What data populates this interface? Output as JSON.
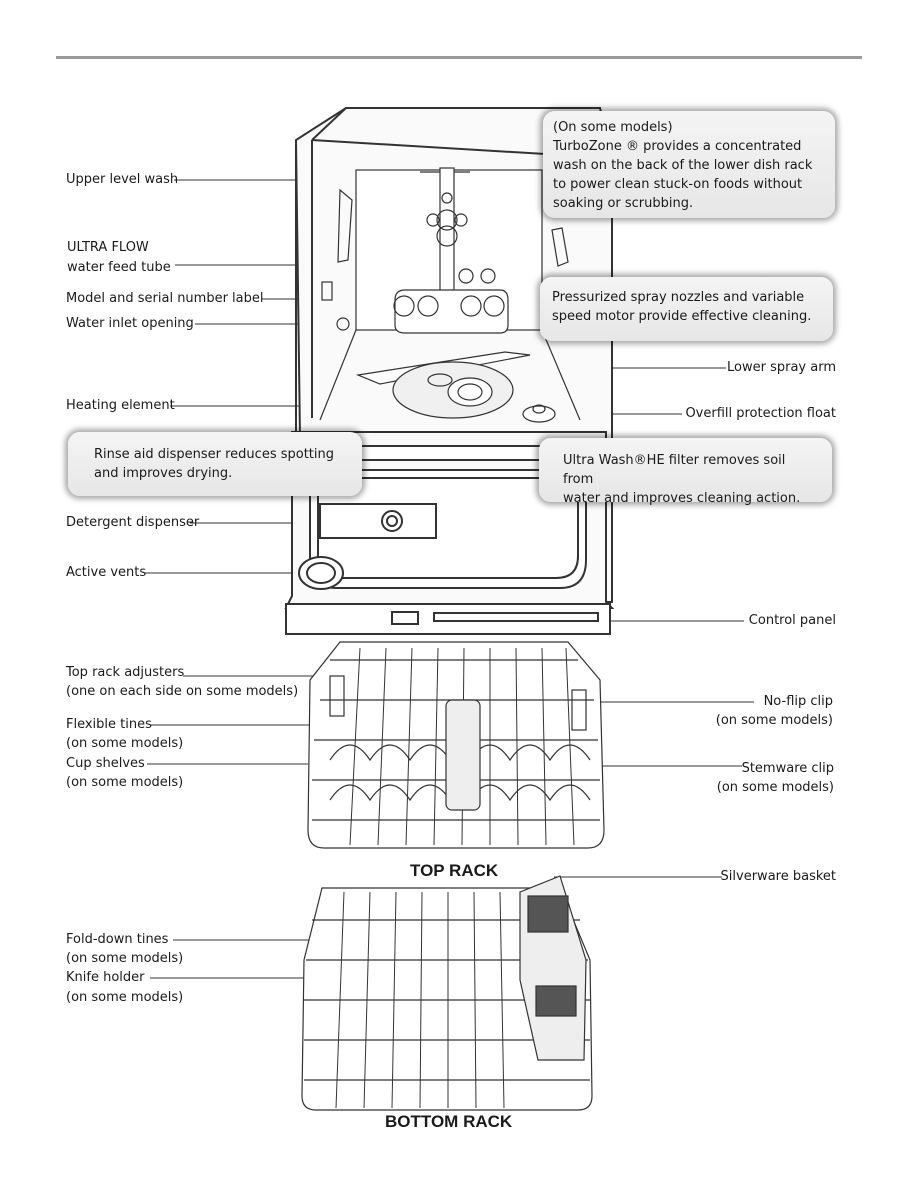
{
  "labels": {
    "upper_level_wash": "Upper level wash",
    "ultra_flow_1": "ULTRA FLOW",
    "ultra_flow_2": "water feed tube",
    "model_serial": "Model and serial number label",
    "water_inlet": "Water inlet opening",
    "heating_element": "Heating element",
    "detergent_dispenser": "Detergent dispenser",
    "active_vents": "Active vents",
    "lower_spray_arm": "Lower spray arm",
    "overfill_float": "Overfill protection float",
    "control_panel": "Control panel",
    "top_rack_adjusters_1": "Top rack adjusters",
    "top_rack_adjusters_2": "(one on each side on some models)",
    "flexible_tines_1": "Flexible tines",
    "flexible_tines_2": "(on some models)",
    "cup_shelves_1": "Cup shelves",
    "cup_shelves_2": "(on some models)",
    "no_flip_clip_1": "No-flip clip",
    "no_flip_clip_2": "(on some models)",
    "stemware_clip_1": "Stemware clip",
    "stemware_clip_2": "(on some models)",
    "silverware_basket": "Silverware basket",
    "fold_down_tines_1": "Fold-down tines",
    "fold_down_tines_2": "(on some models)",
    "knife_holder_1": "Knife holder",
    "knife_holder_2": "(on some models)"
  },
  "callouts": {
    "turbozone": [
      "(On some models)",
      "TurboZone ® provides a concentrated",
      "wash on the back of the lower dish rack",
      "to power clean stuck-on foods without",
      "soaking or scrubbing."
    ],
    "nozzles": [
      "Pressurized spray nozzles and variable",
      "speed motor provide effective cleaning."
    ],
    "rinse_aid": [
      "Rinse aid dispenser reduces spotting",
      "and improves drying."
    ],
    "ultra_wash": [
      "Ultra Wash®HE filter removes soil from",
      "water and improves cleaning action."
    ]
  },
  "rack_titles": {
    "top": "TOP RACK",
    "bottom": "BOTTOM RACK"
  }
}
